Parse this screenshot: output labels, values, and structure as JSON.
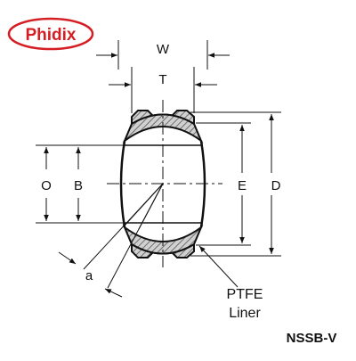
{
  "brand": {
    "name": "Phidix",
    "color": "#d41e24"
  },
  "part_number": "NSSB-V",
  "dimensions": {
    "width": "W",
    "ring_width": "T",
    "outer_ball_diameter": "O",
    "bore": "B",
    "outer_ring_inner": "E",
    "outer_diameter": "D",
    "misalignment_angle": "a"
  },
  "callout": {
    "line1": "PTFE",
    "line2": "Liner"
  },
  "colors": {
    "hatch": "#9a9a9a",
    "ink": "#111111",
    "paper": "#ffffff"
  }
}
